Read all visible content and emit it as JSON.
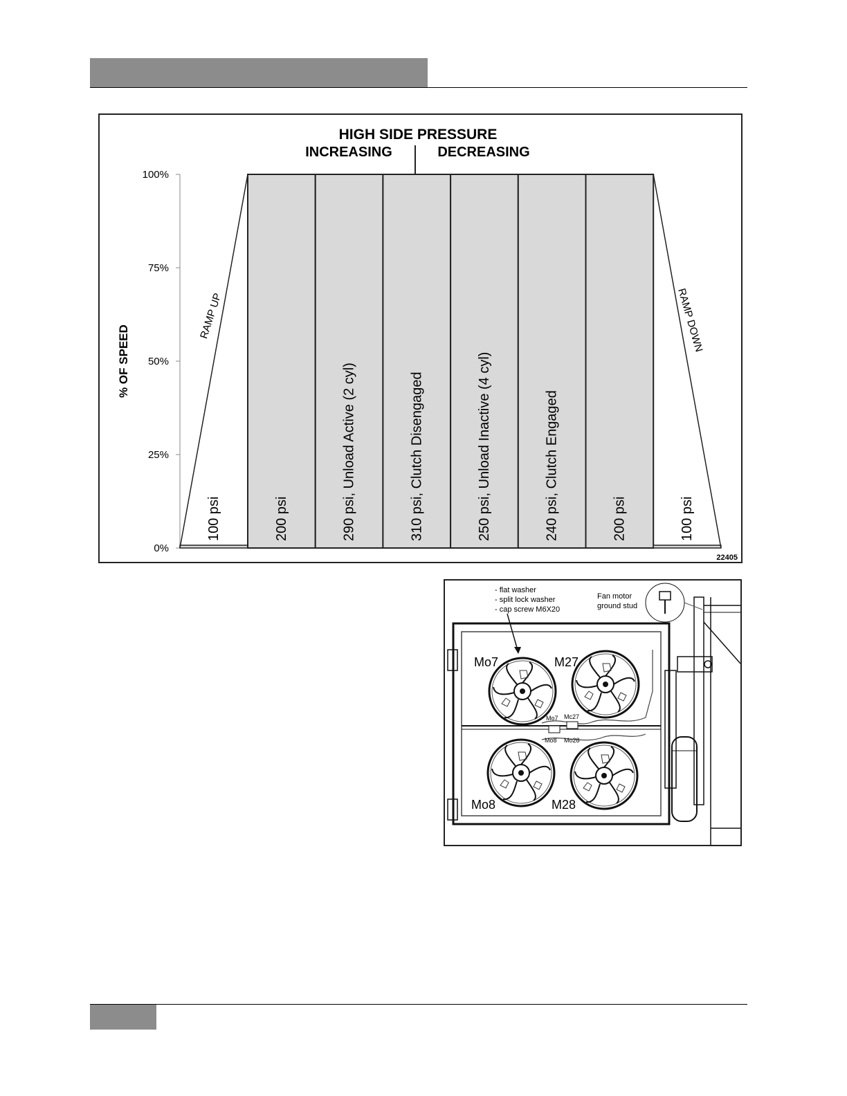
{
  "page": {
    "header_text": "",
    "footer_text": ""
  },
  "chart_data": {
    "type": "area",
    "title": "HIGH SIDE PRESSURE",
    "subtitle_left": "INCREASING",
    "subtitle_right": "DECREASING",
    "ylabel": "% OF SPEED",
    "xlabel": "",
    "ylim": [
      0,
      100
    ],
    "y_ticks": [
      "0%",
      "25%",
      "50%",
      "75%",
      "100%"
    ],
    "y_tick_values": [
      0,
      25,
      50,
      75,
      100
    ],
    "grid": false,
    "figure_number": "22405",
    "ramp_up_label": "RAMP UP",
    "ramp_down_label": "RAMP DOWN",
    "speed_profile": [
      {
        "stage": "100 psi",
        "speed_pct_start": 0,
        "speed_pct_end": 100,
        "shaded": false
      },
      {
        "stage": "200 psi",
        "speed_pct": 100,
        "shaded": true
      },
      {
        "stage": "290 psi, Unload Active (2 cyl)",
        "speed_pct": 100,
        "shaded": true
      },
      {
        "stage": "310 psi, Clutch Disengaged",
        "speed_pct": 100,
        "shaded": true
      },
      {
        "stage": "250 psi, Unload Inactive (4 cyl)",
        "speed_pct": 100,
        "shaded": true
      },
      {
        "stage": "240 psi, Clutch Engaged",
        "speed_pct": 100,
        "shaded": true
      },
      {
        "stage": "200 psi",
        "speed_pct": 100,
        "shaded": true
      },
      {
        "stage": "100 psi",
        "speed_pct_start": 100,
        "speed_pct_end": 0,
        "shaded": false
      }
    ],
    "colors": {
      "shaded": "#d9d9d9",
      "line": "#222222"
    }
  },
  "fan_figure": {
    "callout_hardware": [
      "- flat washer",
      "- split lock washer",
      "- cap screw M6X20"
    ],
    "callout_ground_line1": "Fan motor",
    "callout_ground_line2": "ground stud",
    "fan_labels": [
      "Mo7",
      "M27",
      "Mo8",
      "M28"
    ],
    "harness_labels": [
      "Mo7",
      "Mc27",
      "Mo8",
      "Mo28"
    ]
  }
}
